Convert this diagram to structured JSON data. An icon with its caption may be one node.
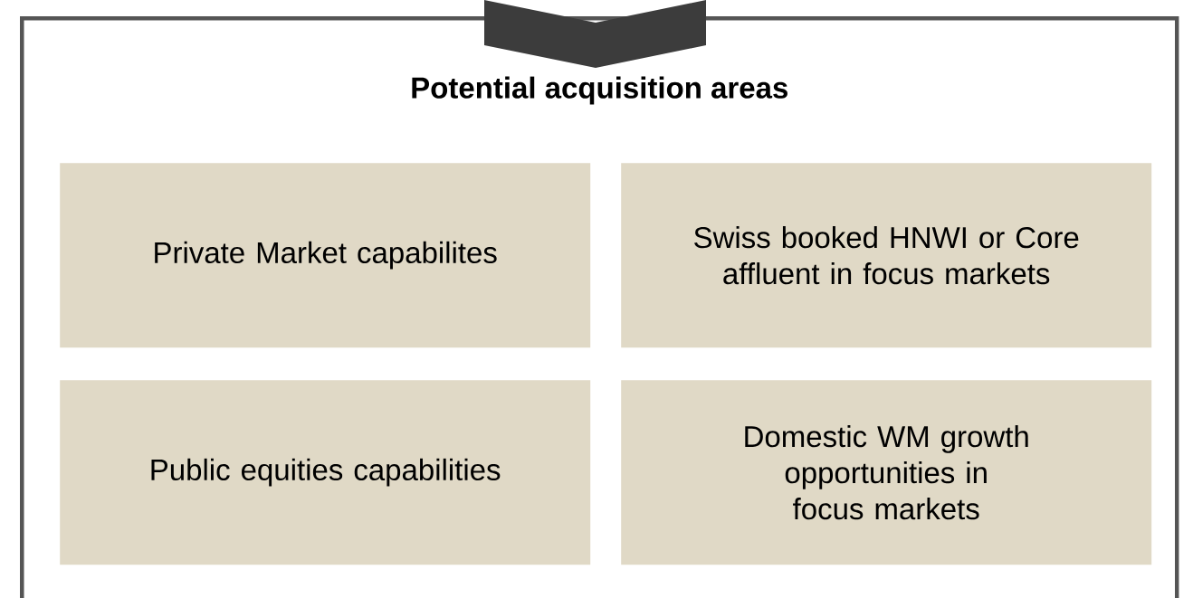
{
  "diagram": {
    "nodes": [
      {
        "text": [
          "Potential acquisition areas"
        ]
      },
      {
        "text": [
          "Private Market capabilites"
        ],
        "in": 0
      },
      {
        "text": [
          "Swiss booked HNWI or Core affluent in focus markets"
        ],
        "in": 0
      },
      {
        "text": [
          "Public equities capabilities"
        ],
        "in": 0
      },
      {
        "text": [
          "Domestic WM growth opportunities in focus markets"
        ],
        "in": 0
      }
    ]
  }
}
